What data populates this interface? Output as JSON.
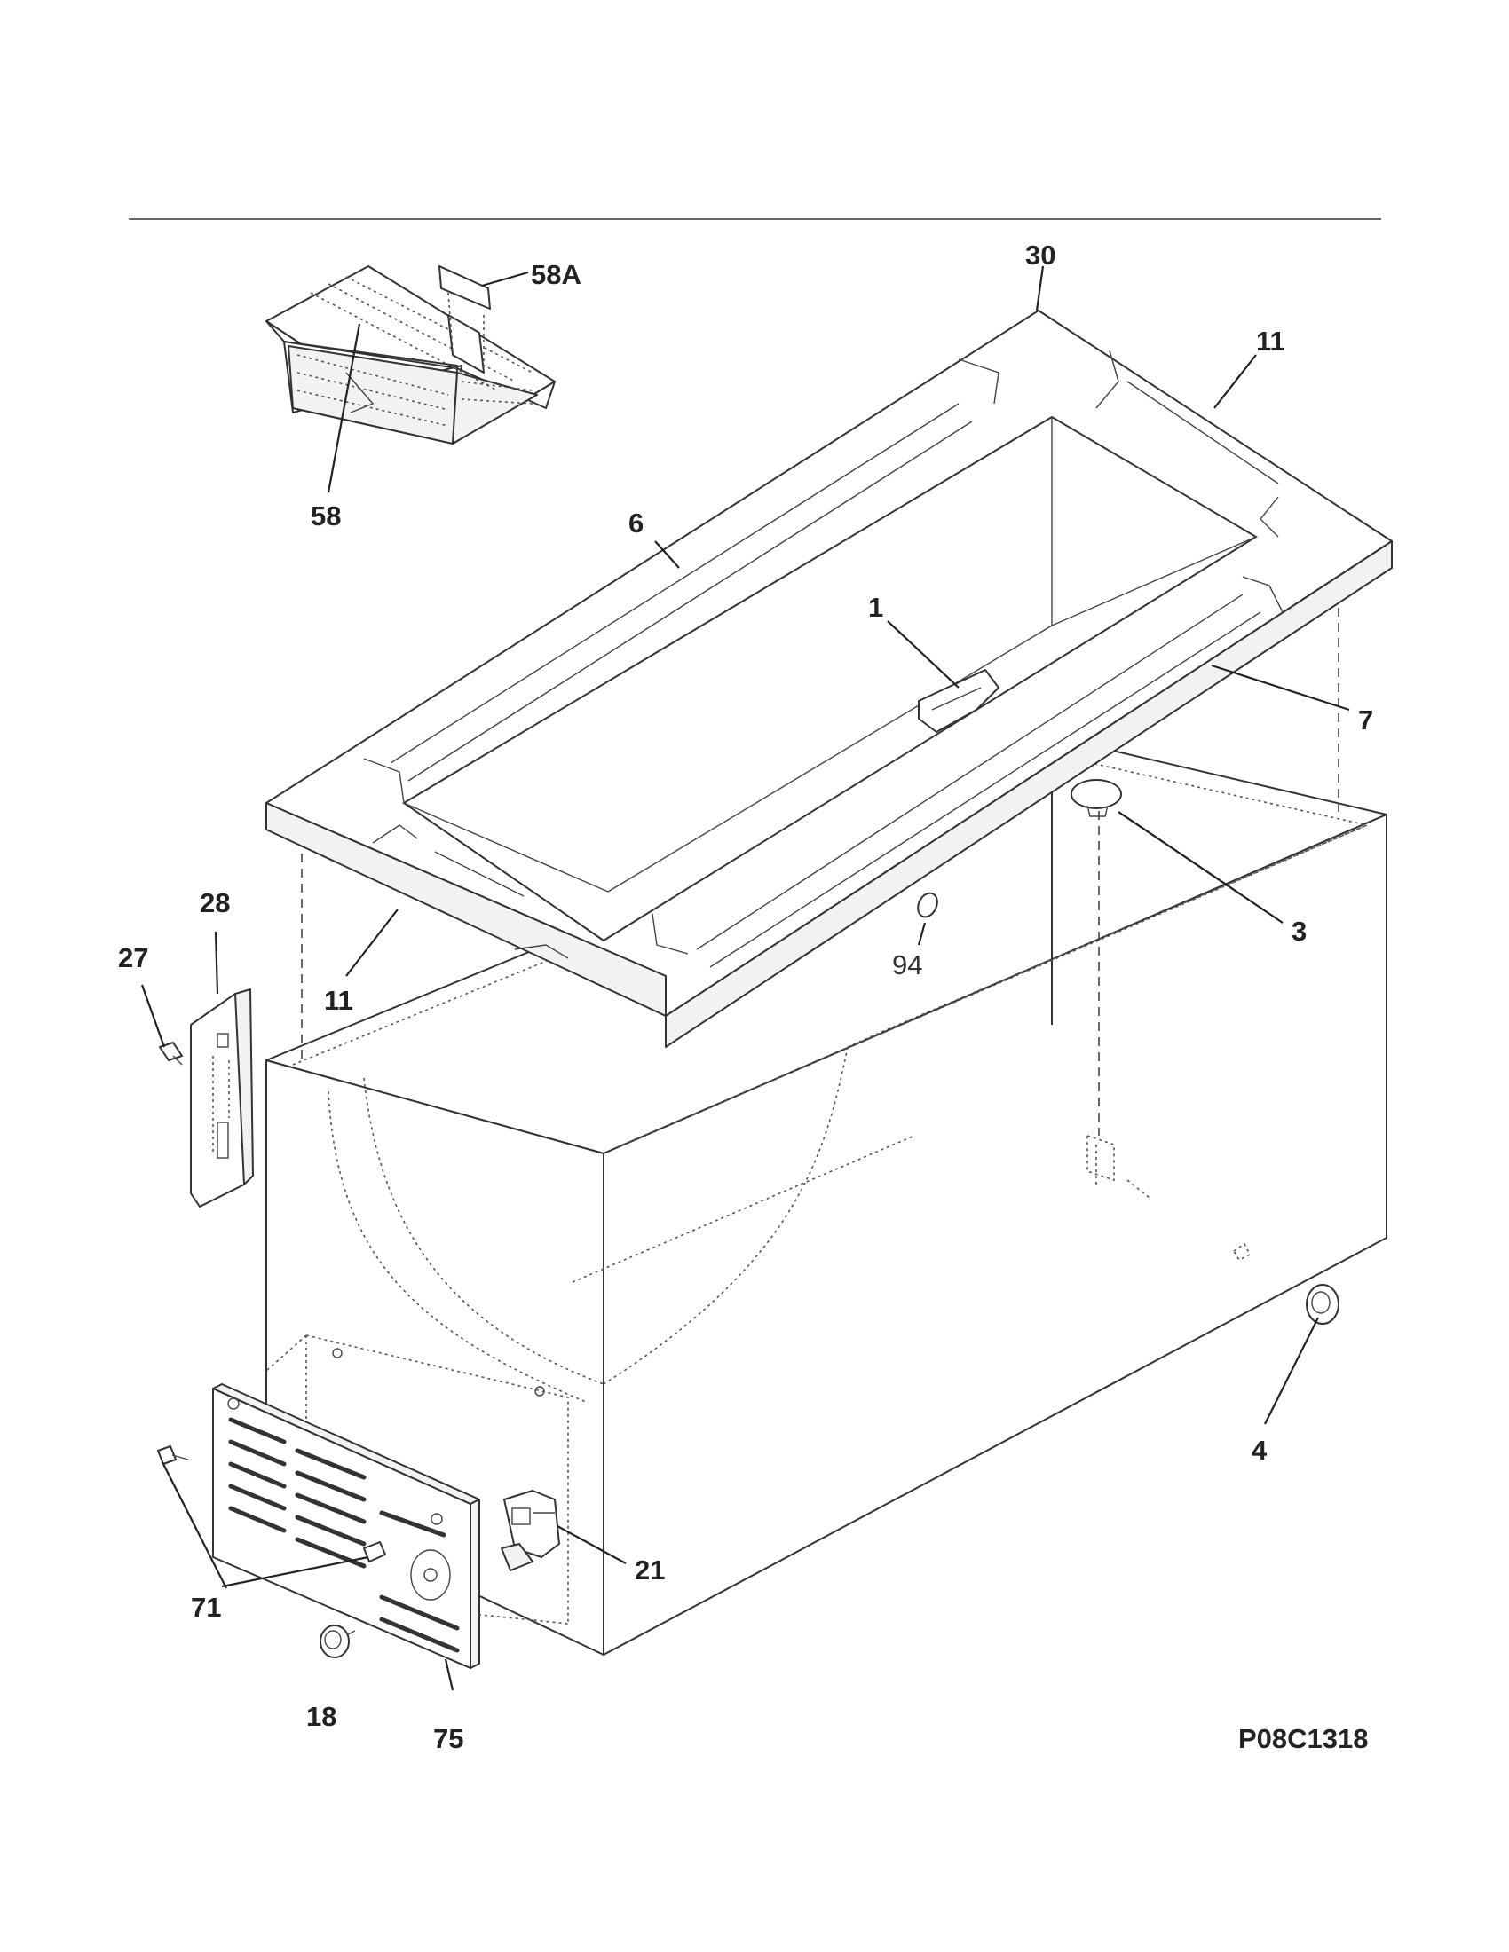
{
  "diagram": {
    "reference_code": "P08C1318",
    "callouts": {
      "c58a": "58A",
      "c58": "58",
      "c30": "30",
      "c11_top": "11",
      "c6": "6",
      "c1": "1",
      "c7": "7",
      "c3": "3",
      "c94": "94",
      "c28": "28",
      "c27": "27",
      "c11_left": "11",
      "c4": "4",
      "c21": "21",
      "c71": "71",
      "c18": "18",
      "c75": "75"
    }
  }
}
